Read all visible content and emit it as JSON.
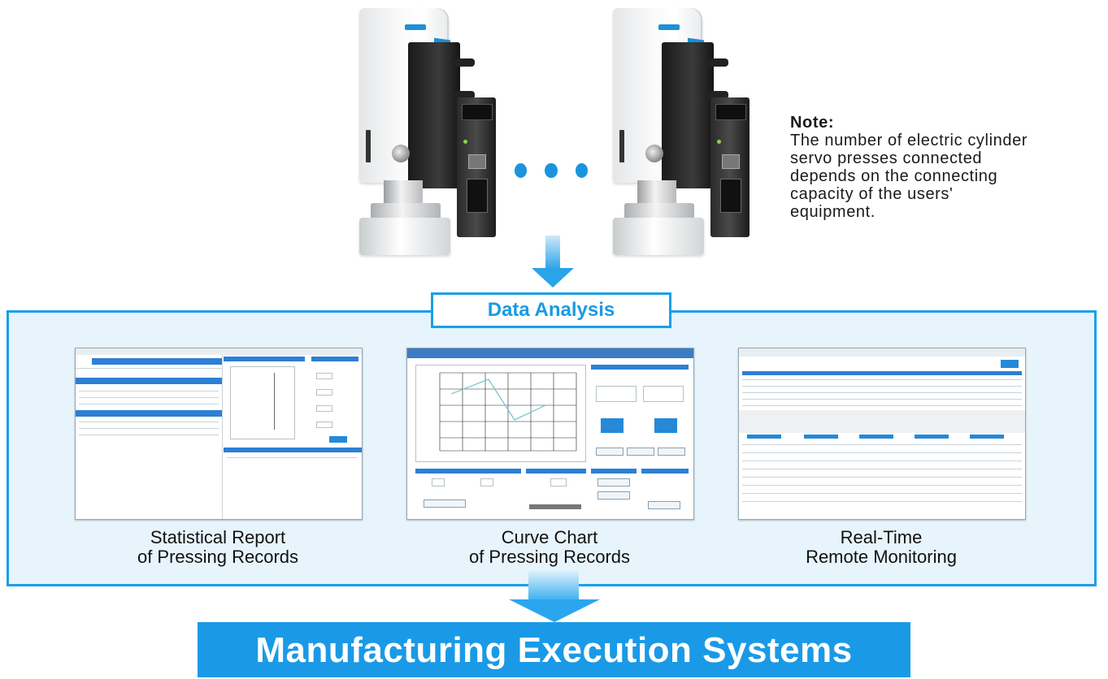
{
  "note": {
    "title": "Note:",
    "lines": [
      "The number of electric cylinder",
      "servo presses connected",
      "depends on the connecting",
      "capacity of the users'",
      "equipment."
    ]
  },
  "data_analysis": {
    "label": "Data Analysis",
    "screens": [
      {
        "caption_line1": "Statistical Report",
        "caption_line2": "of Pressing Records"
      },
      {
        "caption_line1": "Curve Chart",
        "caption_line2": "of Pressing Records"
      },
      {
        "caption_line1": "Real-Time",
        "caption_line2": "Remote Monitoring"
      }
    ]
  },
  "mes": {
    "label": "Manufacturing Execution Systems"
  },
  "colors": {
    "accent": "#1a9ae6",
    "panel_bg": "#e7f4fc"
  },
  "icons": [
    "servo-press-icon",
    "servo-drive-icon",
    "ellipsis-dots-icon",
    "down-arrow-icon"
  ]
}
